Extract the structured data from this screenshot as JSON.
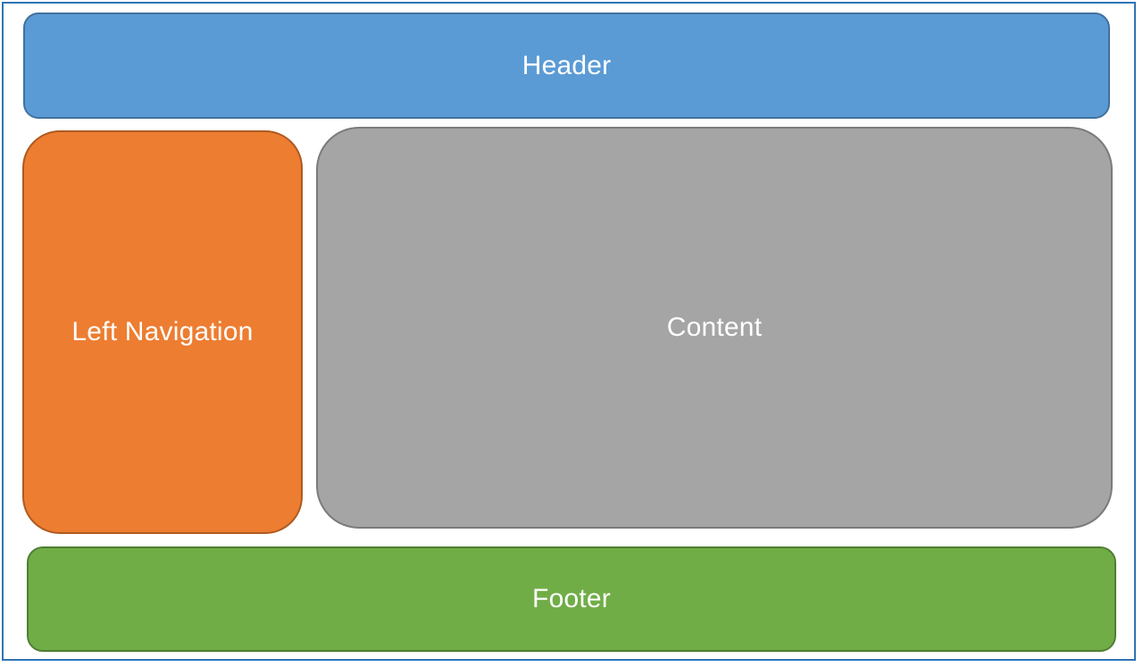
{
  "canvas": {
    "background": "#FFFFFF",
    "border_color": "#2E74B5"
  },
  "shapes": {
    "header": {
      "label": "Header",
      "fill": "#5B9BD5",
      "border_color": "#41719C",
      "text_color": "#FFFFFF"
    },
    "left_navigation": {
      "label": "Left Navigation",
      "fill": "#ED7D31",
      "border_color": "#AE5A21",
      "text_color": "#FFFFFF"
    },
    "content": {
      "label": "Content",
      "fill": "#A5A5A5",
      "border_color": "#7B7B7B",
      "text_color": "#FFFFFF"
    },
    "footer": {
      "label": "Footer",
      "fill": "#70AD47",
      "border_color": "#507E32",
      "text_color": "#FFFFFF"
    }
  }
}
